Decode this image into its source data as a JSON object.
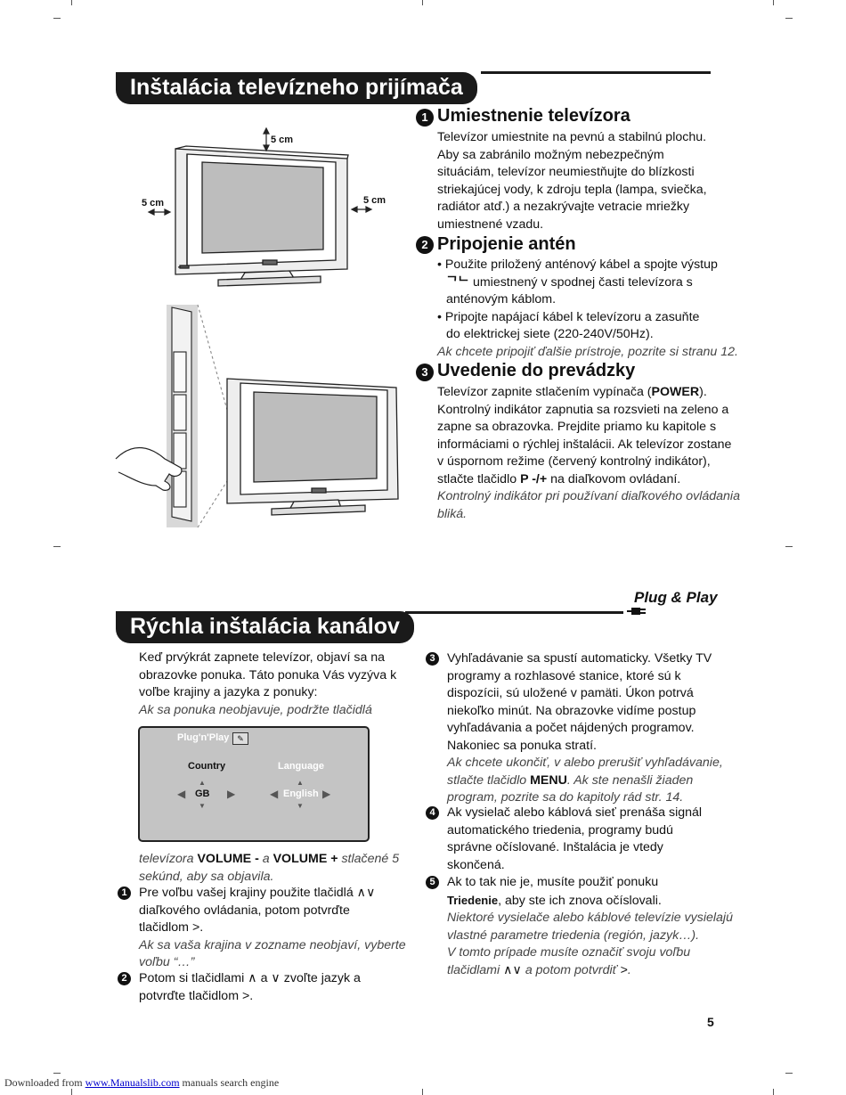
{
  "section1": {
    "title": "Inštalácia televízneho prijímača",
    "figure": {
      "dim_top": "5 cm",
      "dim_left": "5 cm",
      "dim_right": "5 cm"
    },
    "items": [
      {
        "num": "1",
        "heading": "Umiestnenie televízora",
        "lines": [
          "Televízor umiestnite na pevnú a stabilnú plochu.",
          "Aby sa zabránilo možným nebezpečným",
          "situáciám, televízor neumiestňujte do blízkosti",
          "striekajúcej vody, k zdroju tepla (lampa, sviečka,",
          "radiátor atď.) a nezakrývajte vetracie mriežky",
          "umiestnené vzadu."
        ]
      },
      {
        "num": "2",
        "heading": "Pripojenie antén",
        "lines": [
          "• Použite priložený anténový kábel a spojte výstup",
          "umiestnený v spodnej časti televízora s",
          "anténovým káblom.",
          "• Pripojte napájací kábel k  televízoru a  zasuňte",
          "do elektrickej siete (220-240V/50Hz)."
        ],
        "note": "Ak chcete pripojiť ďalšie prístroje, pozrite si stranu 12."
      },
      {
        "num": "3",
        "heading": "Uvedenie do prevádzky",
        "lines_a": [
          "Televízor zapnite stlačením vypínača (",
          "POWER",
          ")."
        ],
        "lines": [
          "Kontrolný indikátor zapnutia sa rozsvieti na zeleno a",
          "zapne sa obrazovka. Prejdite priamo ku kapitole s",
          "informáciami o rýchlej inštalácii. Ak televízor zostane",
          "v úspornom režime (červený kontrolný indikátor),"
        ],
        "line_last": [
          "stlačte tlačidlo ",
          "P -/+",
          " na diaľkovom ovládaní."
        ],
        "note": [
          "Kontrolný indikátor pri používaní diaľkového ovládania",
          "bliká."
        ]
      }
    ]
  },
  "section2": {
    "title": "Rýchla inštalácia kanálov",
    "logo": "Plug & Play",
    "intro": [
      "Keď prvýkrát zapnete televízor, objaví sa na",
      "obrazovke ponuka. Táto ponuka Vás vyzýva k",
      "voľbe krajiny a jazyka z ponuky:"
    ],
    "intro_note": "Ak sa ponuka neobjavuje, podržte tlačidlá",
    "menu": {
      "title": "Plug'n'Play",
      "country_label": "Country",
      "language_label": "Language",
      "country_value": "GB",
      "language_value": "English"
    },
    "after_menu": {
      "pre": "televízora ",
      "k1": "VOLUME -",
      "mid": " a ",
      "k2": "VOLUME +",
      "post": " stlačené 5",
      "line2": "sekúnd, aby sa objavila."
    },
    "steps_left": [
      {
        "num": "1",
        "lines": [
          "Pre voľbu vašej krajiny použite tlačidlá",
          "diaľkového ovládania, potom potvrďte",
          "tlačidlom"
        ],
        "note": [
          "Ak sa vaša krajina v zozname neobjaví, vyberte",
          "voľbu “…”"
        ]
      },
      {
        "num": "2",
        "lines": [
          "Potom si tlačidlami",
          "a",
          "zvoľte jazyk a",
          "potvrďte tlačidlom"
        ]
      }
    ],
    "steps_right": [
      {
        "num": "3",
        "lines": [
          "Vyhľadávanie sa spustí automaticky. Všetky TV",
          "programy a rozhlasové stanice, ktoré sú k",
          "dispozícii, sú uložené v pamäti. Úkon potrvá",
          "niekoľko minút. Na obrazovke vidíme postup",
          "vyhľadávania a počet nájdených programov.",
          "Nakoniec sa ponuka stratí."
        ],
        "note1": "Ak chcete ukončiť, v alebo prerušiť vyhľadávanie,",
        "note2": [
          "stlačte tlačidlo ",
          "MENU",
          ".  Ak ste nenašli žiaden"
        ],
        "note3": "program, pozrite sa do kapitoly rád str. 14."
      },
      {
        "num": "4",
        "lines": [
          "Ak vysielač alebo káblová sieť prenáša signál",
          "automatického triedenia, programy budú",
          "správne očíslované. Inštalácia je vtedy",
          "skončená."
        ]
      },
      {
        "num": "5",
        "lines": [
          "Ak to tak nie je, musíte použiť ponuku"
        ],
        "line2": [
          "Triedenie",
          ", aby ste ich znova očíslovali."
        ],
        "notes": [
          "Niektoré vysielače alebo káblové televízie vysielajú",
          "vlastné parametre triedenia (región, jazyk…).",
          "V tomto prípade musíte označiť svoju voľbu"
        ],
        "note_last": [
          "tlačidlami",
          "a potom potvrdiť"
        ]
      }
    ]
  },
  "page_number": "5",
  "footer": {
    "prefix": "Downloaded from ",
    "link": "www.Manualslib.com",
    "suffix": "  manuals search engine"
  }
}
